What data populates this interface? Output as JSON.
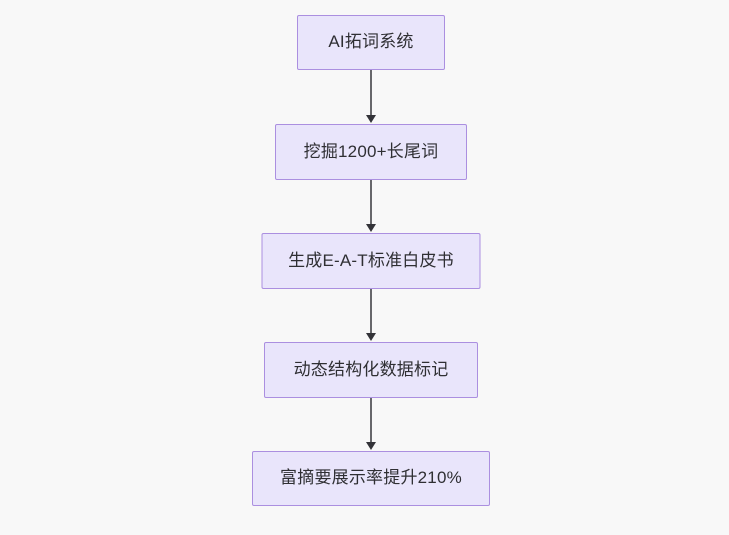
{
  "diagram": {
    "type": "flowchart",
    "orientation": "top-to-bottom",
    "background_color": "#f8f8f8",
    "node_fill_color": "#e9e5fb",
    "node_border_color": "#ab8fe0",
    "connector_color": "#67676b",
    "arrowhead_color": "#333338",
    "text_color": "#2f2f33",
    "nodes": [
      {
        "id": "node-1",
        "label": "AI拓词系统"
      },
      {
        "id": "node-2",
        "label": "挖掘1200+长尾词"
      },
      {
        "id": "node-3",
        "label": "生成E-A-T标准白皮书"
      },
      {
        "id": "node-4",
        "label": "动态结构化数据标记"
      },
      {
        "id": "node-5",
        "label": "富摘要展示率提升210%"
      }
    ],
    "edges": [
      {
        "from": "node-1",
        "to": "node-2"
      },
      {
        "from": "node-2",
        "to": "node-3"
      },
      {
        "from": "node-3",
        "to": "node-4"
      },
      {
        "from": "node-4",
        "to": "node-5"
      }
    ]
  }
}
